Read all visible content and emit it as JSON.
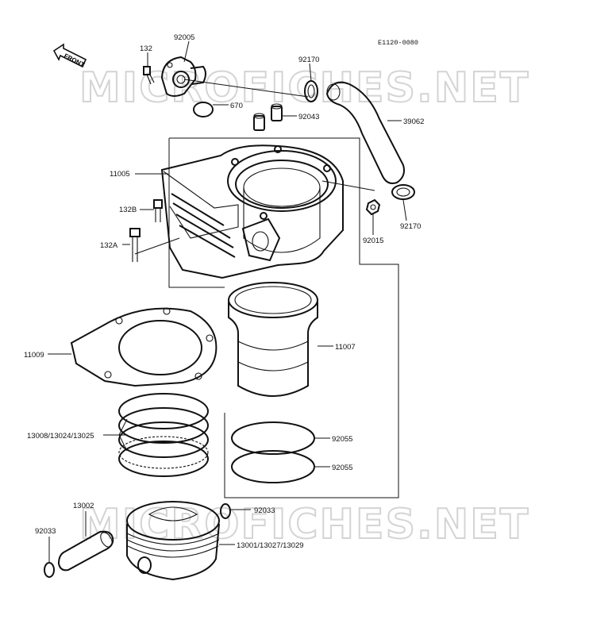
{
  "diagram": {
    "code": "E1120-0080",
    "front_label": "FRONT",
    "watermark": "MICROFICHES.NET"
  },
  "parts": {
    "p92005": "92005",
    "p132": "132",
    "p92170_top": "92170",
    "p670": "670",
    "p92043": "92043",
    "p39062": "39062",
    "p11005": "11005",
    "p132B": "132B",
    "p92015": "92015",
    "p92170_right": "92170",
    "p132A": "132A",
    "p11007": "11007",
    "p11009": "11009",
    "p13008": "13008/13024/13025",
    "p92055_a": "92055",
    "p92055_b": "92055",
    "p13002": "13002",
    "p92033_right": "92033",
    "p92033_left": "92033",
    "p13001": "13001/13027/13029"
  }
}
